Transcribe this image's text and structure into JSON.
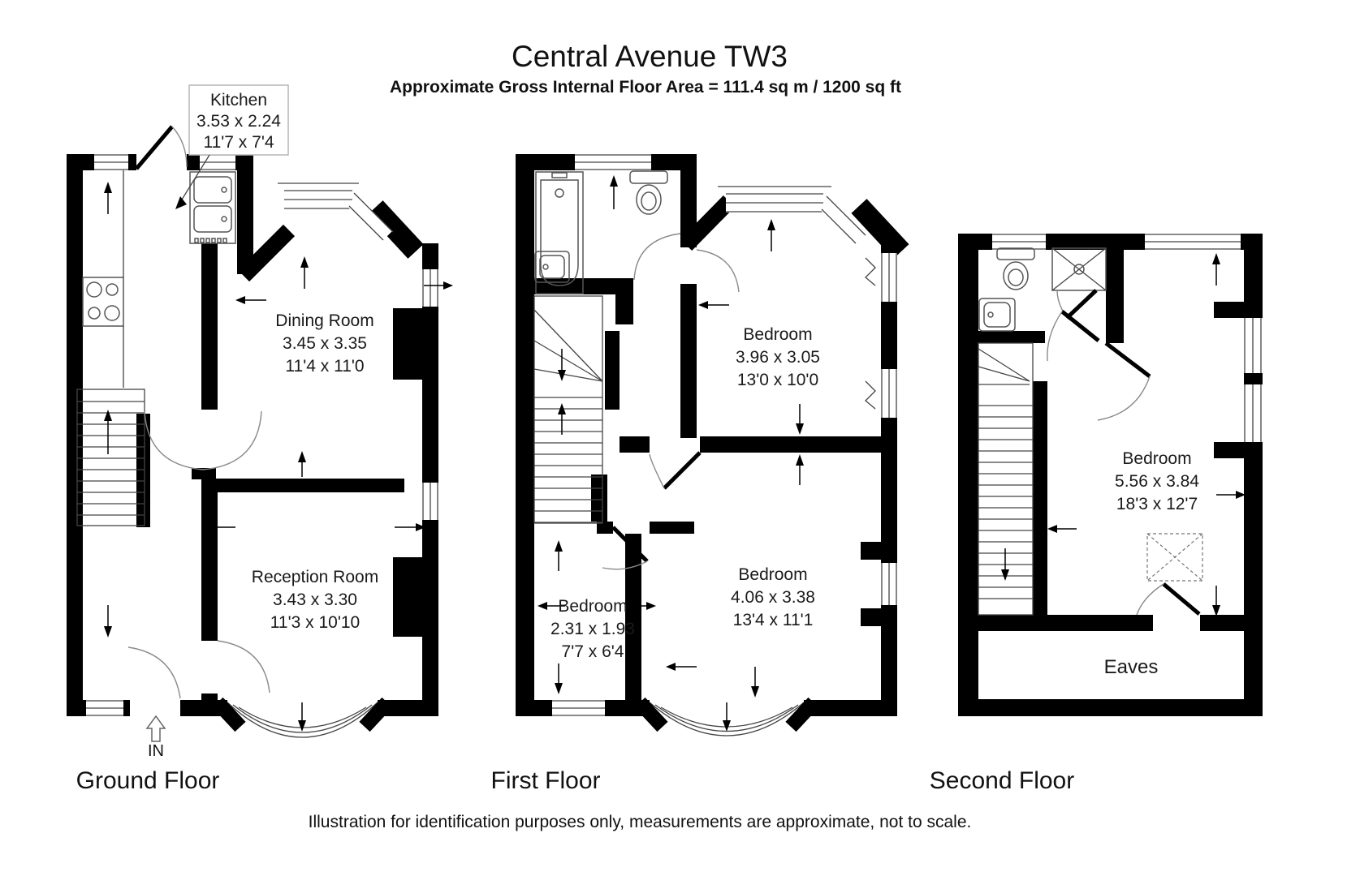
{
  "title": "Central Avenue TW3",
  "subtitle": "Approximate Gross Internal Floor Area = 111.4 sq m / 1200 sq ft",
  "disclaimer": "Illustration for identification purposes only, measurements are approximate, not to scale.",
  "entrance": {
    "label": "IN"
  },
  "floors": {
    "ground": {
      "label": "Ground Floor"
    },
    "first": {
      "label": "First Floor"
    },
    "second": {
      "label": "Second Floor"
    }
  },
  "rooms": {
    "kitchen": {
      "name": "Kitchen",
      "metric": "3.53 x 2.24",
      "imperial": "11'7 x 7'4"
    },
    "dining_room": {
      "name": "Dining Room",
      "metric": "3.45 x 3.35",
      "imperial": "11'4 x 11'0"
    },
    "reception_room": {
      "name": "Reception Room",
      "metric": "3.43 x 3.30",
      "imperial": "11'3 x 10'10"
    },
    "bedroom_first_rear": {
      "name": "Bedroom",
      "metric": "3.96 x 3.05",
      "imperial": "13'0 x 10'0"
    },
    "bedroom_first_small": {
      "name": "Bedroom",
      "metric": "2.31 x 1.93",
      "imperial": "7'7 x 6'4"
    },
    "bedroom_first_front": {
      "name": "Bedroom",
      "metric": "4.06 x 3.38",
      "imperial": "13'4 x 11'1"
    },
    "bedroom_second": {
      "name": "Bedroom",
      "metric": "5.56 x 3.84",
      "imperial": "18'3 x 12'7"
    },
    "eaves": {
      "name": "Eaves"
    }
  },
  "colors": {
    "wall": "#000000",
    "background": "#ffffff",
    "fixture_line": "#555555",
    "label_box_border": "#b5b5b5"
  }
}
